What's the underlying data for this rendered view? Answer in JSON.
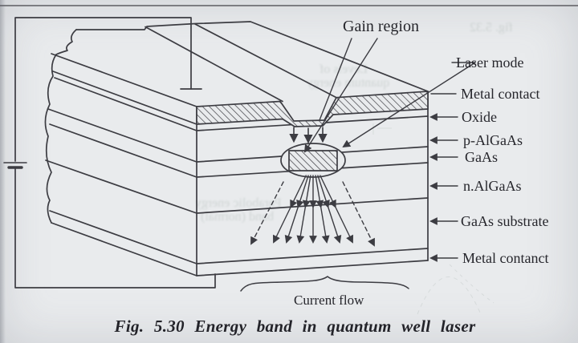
{
  "figure": {
    "caption": "Fig. 5.30 Energy band in quantum well laser",
    "labels": {
      "gain_region": "Gain region",
      "laser_mode": "Laser mode",
      "metal_contact_top": "Metal contact",
      "oxide": "Oxide",
      "p_algaas": "p-AlGaAs",
      "gaas": "GaAs",
      "n_algaas": "n.AlGaAs",
      "gaas_substrate": "GaAs substrate",
      "metal_contact_bottom": "Metal contanct",
      "current_flow": "Current flow"
    },
    "bleed_through": {
      "fragment_1": "fig. 5.32",
      "fragment_2": "Levels of",
      "fragment_3": "quantum energy",
      "fragment_4": "Parabolic energy",
      "fragment_5": "band (normal)"
    },
    "colors": {
      "paper": "#e9ebed",
      "ink": "#3c3c42",
      "label_ink": "#26262c"
    }
  }
}
